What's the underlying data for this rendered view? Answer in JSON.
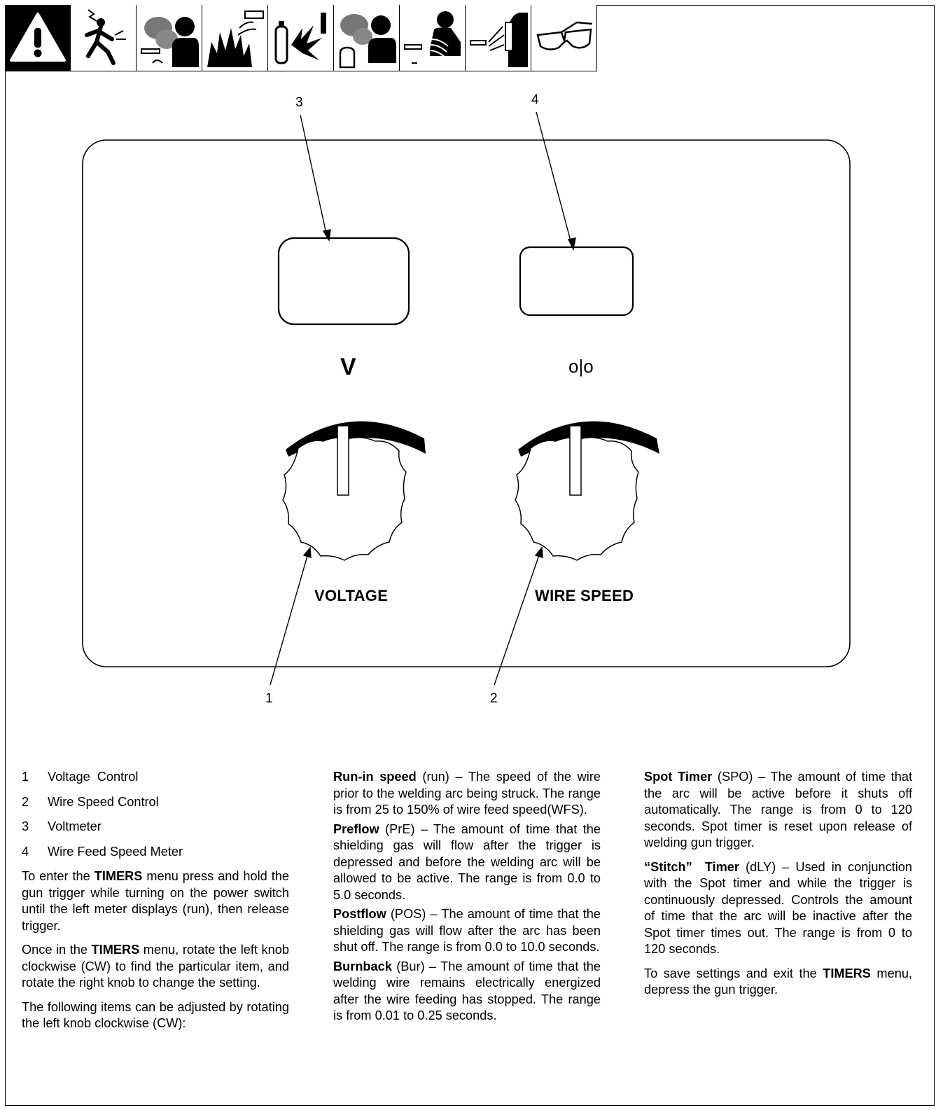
{
  "safety_icons": [
    {
      "name": "warning-triangle-icon"
    },
    {
      "name": "electric-shock-icon"
    },
    {
      "name": "fumes-gases-icon"
    },
    {
      "name": "fire-explosion-icon"
    },
    {
      "name": "cylinder-explode-icon"
    },
    {
      "name": "cylinder-fumes-icon"
    },
    {
      "name": "hot-parts-icon"
    },
    {
      "name": "arc-rays-icon"
    },
    {
      "name": "safety-glasses-icon"
    }
  ],
  "diagram": {
    "callouts": {
      "c1": "1",
      "c2": "2",
      "c3": "3",
      "c4": "4"
    },
    "voltage_symbol": "V",
    "wire_speed_symbol": "o|o",
    "voltage_label": "VOLTAGE",
    "wire_speed_label": "WIRE SPEED"
  },
  "legend": [
    {
      "num": "1",
      "text": "Voltage  Control"
    },
    {
      "num": "2",
      "text": "Wire Speed Control"
    },
    {
      "num": "3",
      "text": "Voltmeter"
    },
    {
      "num": "4",
      "text": "Wire Feed Speed Meter"
    }
  ],
  "col1": {
    "p1_a": "To enter the ",
    "p1_b": "TIMERS",
    "p1_c": " menu press and hold the gun trigger while turning on the power switch until the left meter displays (run), then release trigger.",
    "p2_a": "Once in the ",
    "p2_b": "TIMERS",
    "p2_c": " menu, rotate the left knob clockwise (CW) to find the particular item, and rotate the right knob to change the setting.",
    "p3": "The following items can be adjusted by rotating the left knob clockwise (CW):"
  },
  "col2": {
    "run_title": "Run-in speed",
    "run_text": " (run) – The speed of the wire prior to the welding arc being struck. The range is from 25 to 150% of wire feed speed(WFS).",
    "pre_title": "Preflow",
    "pre_text": " (PrE) – The amount of time that the shielding gas will flow after the trigger is depressed and before the welding arc will be allowed to be active. The range is from 0.0 to 5.0 seconds.",
    "pos_title": "Postflow",
    "pos_text": " (POS) – The amount of time that the shielding gas will flow after the arc has been shut off. The range is from 0.0 to 10.0 seconds.",
    "bur_title": "Burnback",
    "bur_text": " (Bur) – The amount of time that the welding wire remains electrically energized after the wire feeding has stopped. The range is from 0.01 to 0.25 seconds."
  },
  "col3": {
    "spo_title": "Spot Timer",
    "spo_text": " (SPO) –  The amount of time that the arc will be active before it shuts off automatically. The range is from 0 to 120 seconds. Spot timer is reset upon release of welding gun trigger.",
    "dly_title": "“Stitch”  Timer",
    "dly_text": " (dLY) – Used in conjunction with the Spot timer and while the trigger is continuously depressed. Controls the amount of time that the arc will be inactive after the Spot timer times out. The range is from 0 to 120 seconds.",
    "save_a": "To save settings and exit the ",
    "save_b": "TIMERS",
    "save_c": " menu, depress the gun trigger."
  }
}
